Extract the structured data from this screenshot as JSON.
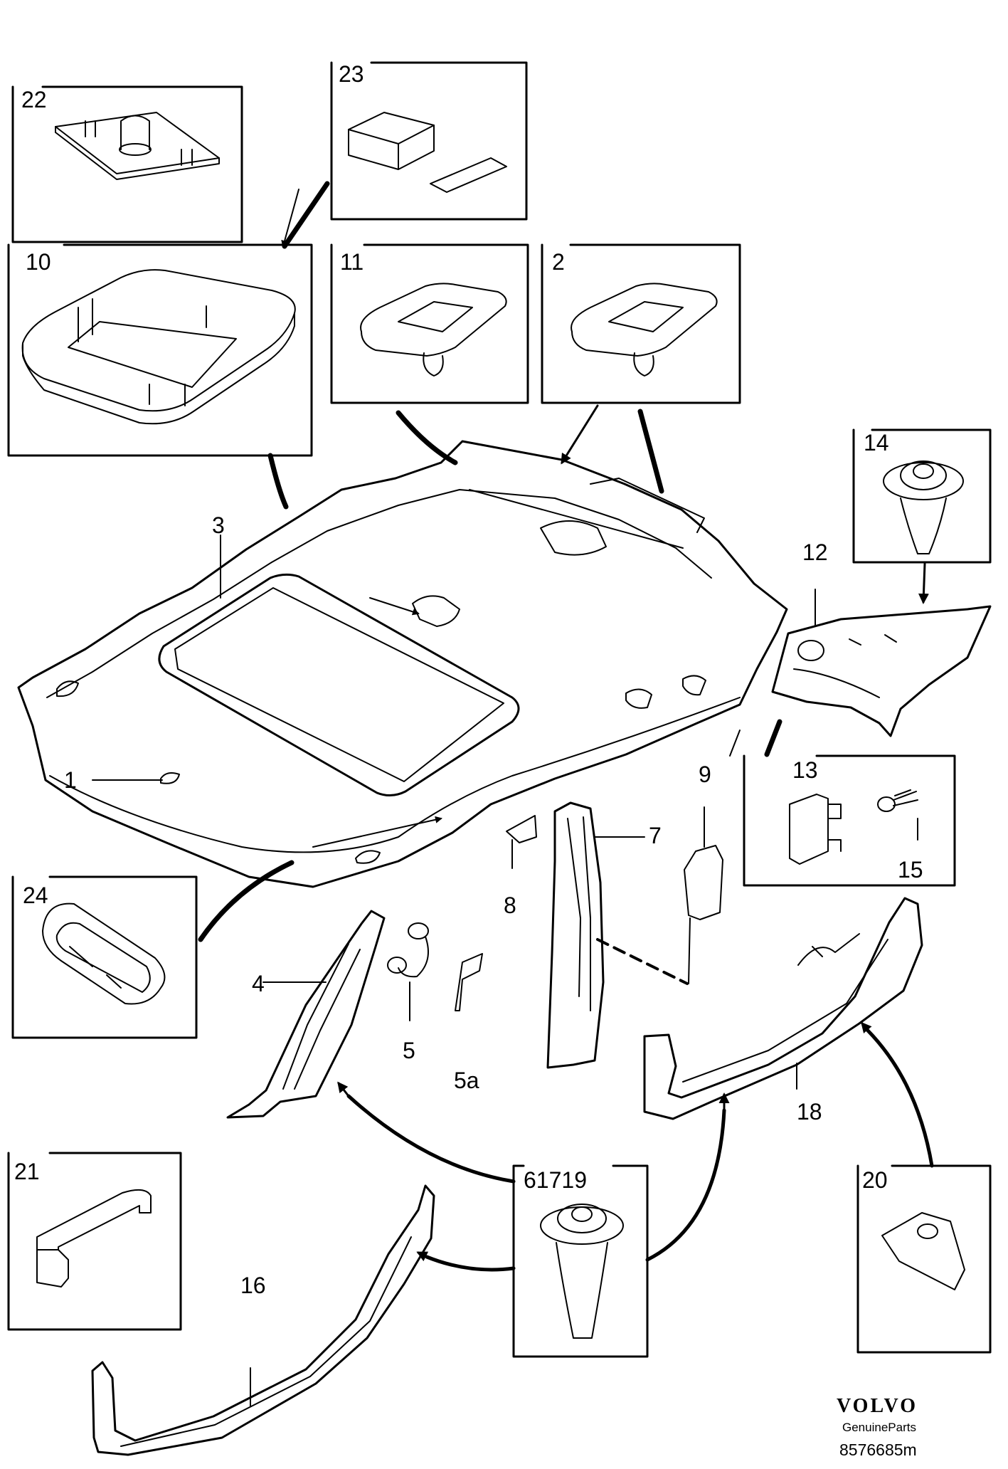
{
  "diagram": {
    "labels": {
      "p1": "1",
      "p2": "2",
      "p3": "3",
      "p4": "4",
      "p5": "5",
      "p5a": "5a",
      "p7": "7",
      "p8": "8",
      "p9": "9",
      "p10": "10",
      "p11": "11",
      "p12": "12",
      "p13": "13",
      "p14": "14",
      "p15": "15",
      "p16": "16",
      "p18": "18",
      "p20": "20",
      "p21": "21",
      "p22": "22",
      "p23": "23",
      "p24": "24",
      "p61719": "61719"
    },
    "brand": {
      "name": "VOLVO",
      "sub": "GenuineParts"
    },
    "reference": "8576685m"
  }
}
